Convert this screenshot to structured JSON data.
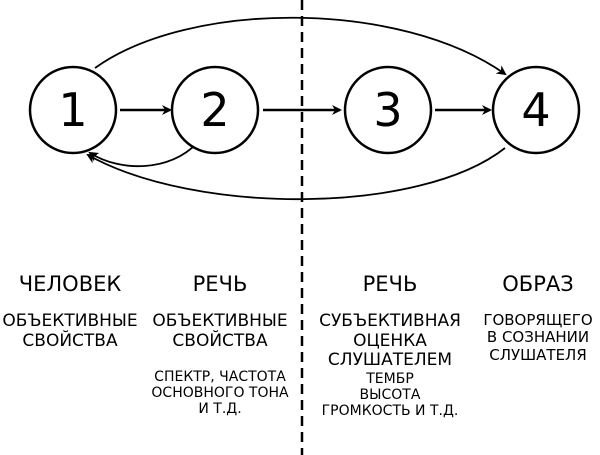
{
  "diagram": {
    "nodes": [
      {
        "id": "1",
        "label": "1"
      },
      {
        "id": "2",
        "label": "2"
      },
      {
        "id": "3",
        "label": "3"
      },
      {
        "id": "4",
        "label": "4"
      }
    ],
    "colors": {
      "stroke": "#000000",
      "background": "#ffffff"
    }
  },
  "columns": [
    {
      "heading": "ЧЕЛОВЕК",
      "lines": [
        "ОБЪЕКТИВНЫЕ",
        "СВОЙСТВА"
      ],
      "extra": []
    },
    {
      "heading": "РЕЧЬ",
      "lines": [
        "ОБЪЕКТИВНЫЕ",
        "СВОЙСТВА"
      ],
      "extra": [
        "СПЕКТР, ЧАСТОТА",
        "ОСНОВНОГО ТОНА",
        "И Т.Д."
      ]
    },
    {
      "heading": "РЕЧЬ",
      "lines": [
        "СУБЪЕКТИВНАЯ",
        "ОЦЕНКА",
        "СЛУШАТЕЛЕМ"
      ],
      "extra": [
        "ТЕМБР",
        "ВЫСОТА",
        "ГРОМКОСТЬ И Т.Д."
      ]
    },
    {
      "heading": "ОБРАЗ",
      "lines": [
        "ГОВОРЯЩЕГО",
        "В СОЗНАНИИ",
        "СЛУШАТЕЛЯ"
      ],
      "extra": []
    }
  ]
}
